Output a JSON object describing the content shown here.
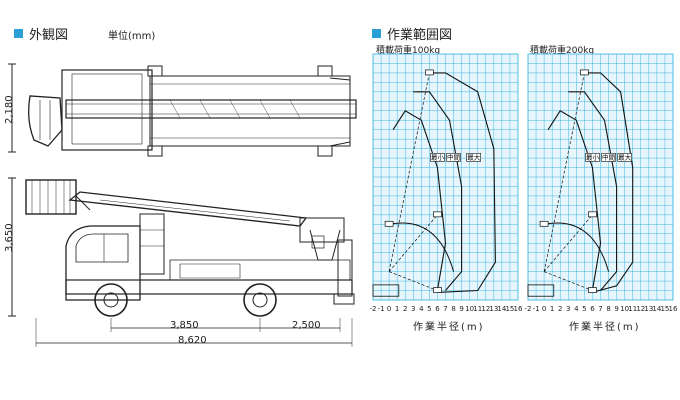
{
  "left_panel": {
    "title": "外観図",
    "unit_label": "単位(mm)",
    "dimensions": {
      "top_height": "2,180",
      "side_height": "3,650",
      "wheelbase_front": "3,850",
      "wheelbase_rear": "2,500",
      "overall_length": "8,620"
    }
  },
  "right_panel": {
    "title": "作業範囲図",
    "x_axis_label": "作業半径(m)",
    "x_ticks": [
      "-2",
      "-1",
      "0",
      "1",
      "2",
      "3",
      "4",
      "5",
      "6",
      "7",
      "8",
      "9",
      "10",
      "11",
      "12",
      "13",
      "14",
      "15",
      "16"
    ],
    "charts": [
      {
        "caption": "積載荷重100kg",
        "tags": [
          "最小",
          "中間",
          "最大"
        ]
      },
      {
        "caption": "積載荷重200kg",
        "tags": [
          "最小",
          "中間",
          "最大"
        ]
      }
    ]
  },
  "colors": {
    "accent": "#2a9fd6",
    "grid": "#3fb6e0",
    "grid_bg": "#e6f6fc"
  }
}
